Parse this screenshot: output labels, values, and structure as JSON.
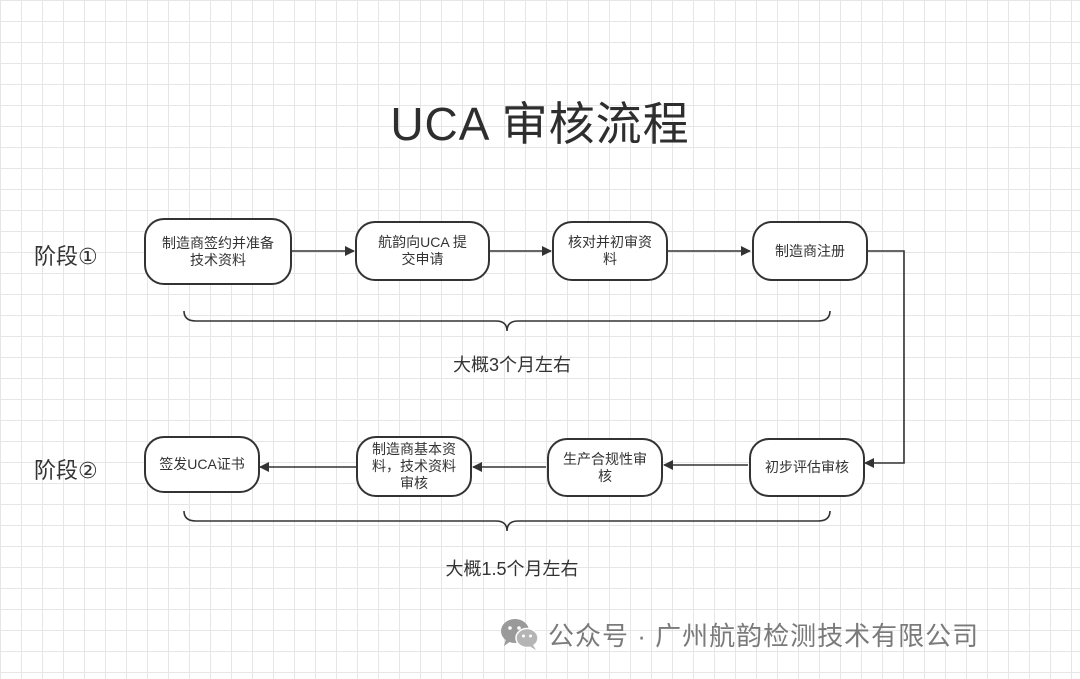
{
  "title": "UCA 审核流程",
  "stages": [
    {
      "label": "阶段①",
      "duration": "大概3个月左右"
    },
    {
      "label": "阶段②",
      "duration": "大概1.5个月左右"
    }
  ],
  "stage1_nodes": [
    "制造商签约并准备\n技术资料",
    "航韵向UCA 提\n交申请",
    "核对并初审资\n料",
    "制造商注册"
  ],
  "stage2_nodes": [
    "签发UCA证书",
    "制造商基本资\n料，技术资料\n审核",
    "生产合规性审\n核",
    "初步评估审核"
  ],
  "watermark": {
    "icon": "wechat-icon",
    "text": "公众号 · 广州航韵检测技术有限公司"
  }
}
